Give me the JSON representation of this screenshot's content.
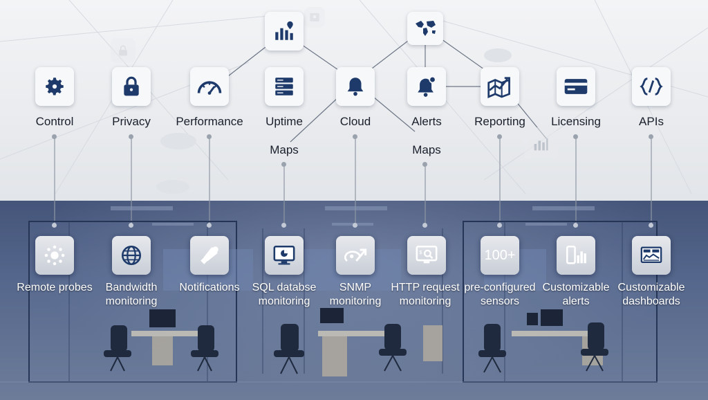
{
  "top_features": [
    {
      "label": "Control",
      "icon": "gear-icon"
    },
    {
      "label": "Privacy",
      "icon": "lock-icon"
    },
    {
      "label": "Performance",
      "icon": "speedometer-icon"
    },
    {
      "label": "Uptime",
      "icon": "server-stack-icon"
    },
    {
      "label": "Cloud",
      "icon": "bell-icon"
    },
    {
      "label": "Alerts",
      "icon": "bell-alert-icon"
    },
    {
      "label": "Reporting",
      "icon": "map-chart-icon"
    },
    {
      "label": "Licensing",
      "icon": "card-icon"
    },
    {
      "label": "APIs",
      "icon": "code-icon"
    }
  ],
  "top_sub_labels": [
    "Maps",
    "Maps"
  ],
  "network_icons": [
    "bar-chart-pin-icon",
    "world-map-icon"
  ],
  "bottom_features": [
    {
      "label_line1": "Remote probes",
      "label_line2": "",
      "icon": "probe-burst-icon"
    },
    {
      "label_line1": "Bandwidth",
      "label_line2": "monitoring",
      "icon": "globe-icon"
    },
    {
      "label_line1": "Notifications",
      "label_line2": "",
      "icon": "megaphone-icon"
    },
    {
      "label_line1": "SQL databse",
      "label_line2": "monitoring",
      "icon": "monitor-icon"
    },
    {
      "label_line1": "SNMP",
      "label_line2": "monitoring",
      "icon": "snmp-arrow-icon"
    },
    {
      "label_line1": "HTTP request",
      "label_line2": "monitoring",
      "icon": "monitor-search-icon"
    },
    {
      "label_line1": "pre-configured",
      "label_line2": "sensors",
      "icon": "hundred-plus-icon",
      "icon_text": "100+"
    },
    {
      "label_line1": "Customizable",
      "label_line2": "alerts",
      "icon": "phone-bars-icon"
    },
    {
      "label_line1": "Customizable",
      "label_line2": "dashboards",
      "icon": "dashboard-icon"
    }
  ],
  "colors": {
    "icon_navy": "#1d3a6b",
    "tile_light": "#f7f8fa",
    "office_blue": "#4c5e84",
    "label_dark": "#1a1f2b",
    "label_light": "#ffffff"
  }
}
